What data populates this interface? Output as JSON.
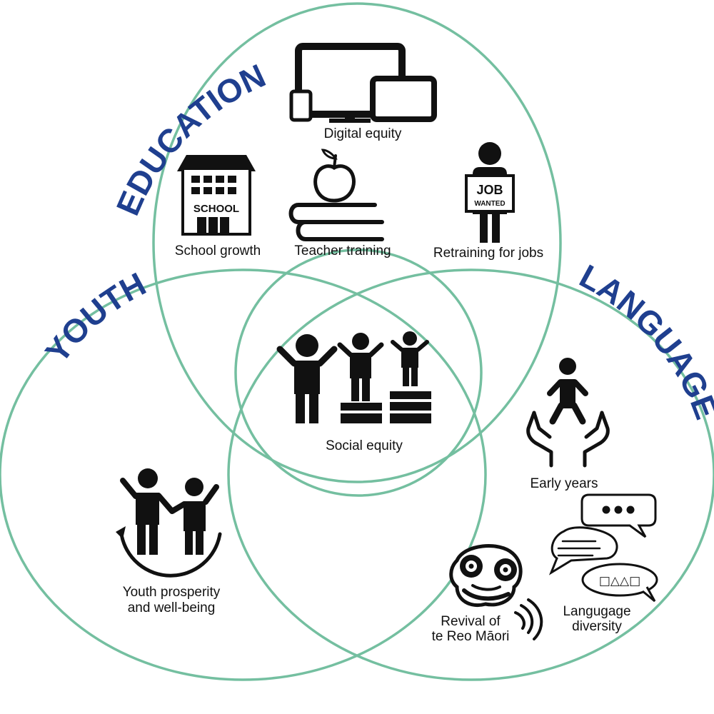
{
  "circles": {
    "education": {
      "label": "EDUCATION"
    },
    "youth": {
      "label": "YOUTH"
    },
    "language": {
      "label": "LANGUAGE"
    }
  },
  "items": {
    "digital_equity": "Digital equity",
    "school_growth": "School growth",
    "teacher_training": "Teacher training",
    "retraining_for_jobs": "Retraining for jobs",
    "social_equity": "Social equity",
    "early_years": "Early years",
    "youth_prosperity_line1": "Youth prosperity",
    "youth_prosperity_line2": "and well-being",
    "revival_line1": "Revival of",
    "revival_line2": "te Reo Māori",
    "language_diversity_line1": "Langugage",
    "language_diversity_line2": "diversity"
  },
  "icon_text": {
    "school_sign": "SCHOOL",
    "job": "JOB",
    "wanted": "WANTED",
    "shapes": "□△△□"
  },
  "colors": {
    "ring": "#74bfa0",
    "heading": "#1f3f8f",
    "icon": "#111111"
  }
}
